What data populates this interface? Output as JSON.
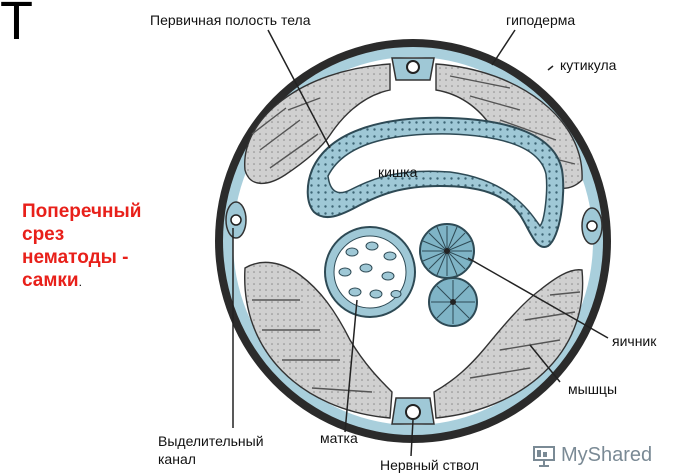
{
  "letter": "Т",
  "caption": {
    "lines": [
      "Поперечный",
      "срез",
      "нематоды -",
      "самки"
    ],
    "trailing": "."
  },
  "labels": {
    "body_cavity": "Первичная полость тела",
    "hypodermis": "гиподерма",
    "cuticle": "кутикула",
    "intestine": "кишка",
    "ovary": "яичник",
    "muscles": "мышцы",
    "excretory_canal_line1": "Выделительный",
    "excretory_canal_line2": "канал",
    "uterus": "матка",
    "nerve_trunk": "Нервный ствол"
  },
  "brand": {
    "name": "MyShared",
    "icon": "presentation-icon"
  },
  "colors": {
    "outer_ring": "#2b2b2b",
    "blue_tissue": "#9fc8d6",
    "muscle_gray": "#c9c9c9",
    "caption_red": "#e8201a"
  }
}
